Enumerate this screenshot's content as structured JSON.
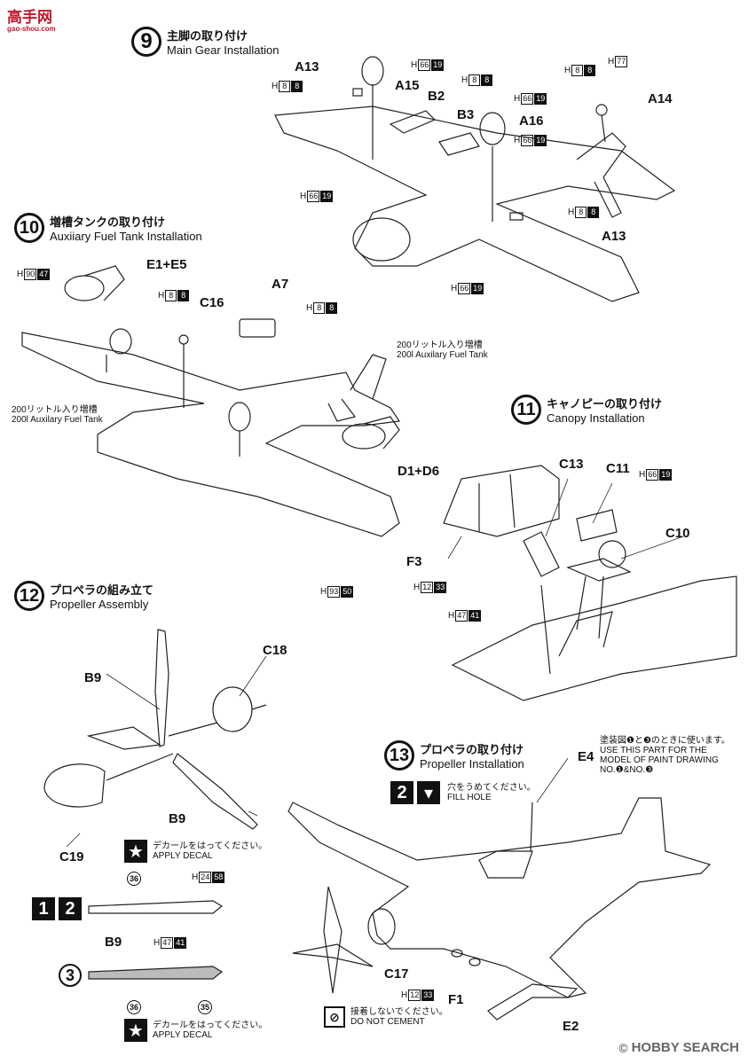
{
  "header": {
    "logo_text": "高手网",
    "logo_sub": "gao-shou.com"
  },
  "watermark": {
    "text": "HOBBY SEARCH"
  },
  "step9": {
    "num": "9",
    "title_jp": "主脚の取り付け",
    "title_en": "Main Gear Installation"
  },
  "step10": {
    "num": "10",
    "title_jp": "増槽タンクの取り付け",
    "title_en": "Auxiiary Fuel Tank Installation"
  },
  "step11": {
    "num": "11",
    "title_jp": "キャノピーの取り付け",
    "title_en": "Canopy Installation"
  },
  "step12": {
    "num": "12",
    "title_jp": "プロペラの組み立て",
    "title_en": "Propeller Assembly"
  },
  "step13": {
    "num": "13",
    "title_jp": "プロペラの取り付け",
    "title_en": "Propeller Installation"
  },
  "parts": {
    "a13_top": "A13",
    "a15": "A15",
    "b2": "B2",
    "b3": "B3",
    "a16": "A16",
    "a14": "A14",
    "a13_bottom": "A13",
    "e1e5": "E1+E5",
    "c16": "C16",
    "a7": "A7",
    "d1d6": "D1+D6",
    "c13": "C13",
    "c11": "C11",
    "c10": "C10",
    "f3": "F3",
    "b9_top": "B9",
    "c18": "C18",
    "b9_mid": "B9",
    "c19": "C19",
    "b9_decal": "B9",
    "e4": "E4",
    "c17": "C17",
    "f1": "F1",
    "e2": "E2"
  },
  "hcodes": {
    "h_66_19": {
      "h": "H",
      "a": "66",
      "b": "19"
    },
    "h_8_8": {
      "h": "H",
      "a": "8",
      "b": "8"
    },
    "h_77": {
      "h": "H",
      "a": "77"
    },
    "h_90_47": {
      "h": "H",
      "a": "90",
      "b": "47"
    },
    "h_93_50": {
      "h": "H",
      "a": "93",
      "b": "50"
    },
    "h_12_33": {
      "h": "H",
      "a": "12",
      "b": "33"
    },
    "h_47_41": {
      "h": "H",
      "a": "47",
      "b": "41"
    },
    "h_24_58": {
      "h": "H",
      "a": "24",
      "b": "58"
    }
  },
  "notes": {
    "tank_jp": "200リットル入り増槽",
    "tank_en": "200l Auxilary Fuel Tank",
    "decal_jp": "デカールをはってください。",
    "decal_en": "APPLY DECAL",
    "fill_jp": "穴をうめてください。",
    "fill_en": "FILL HOLE",
    "paint_jp": "塗装図❶と❸のときに使います。",
    "paint_en1": "USE THIS PART FOR THE",
    "paint_en2": "MODEL OF PAINT DRAWING",
    "paint_en3": "NO.❶&NO.❸",
    "cement_jp": "接着しないでください。",
    "cement_en": "DO NOT CEMENT"
  },
  "paint_icons": {
    "one": "1",
    "two": "2",
    "three": "3"
  },
  "decal_nums": {
    "n36a": "36",
    "n36b": "36",
    "n35": "35"
  }
}
